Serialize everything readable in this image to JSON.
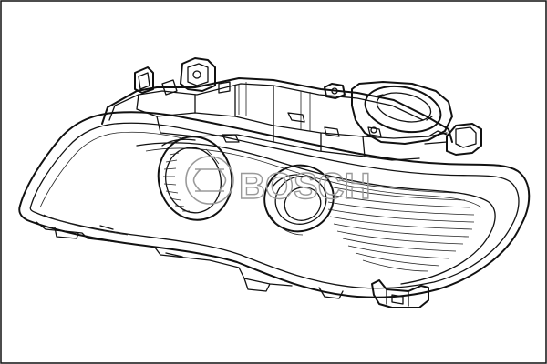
{
  "figure": {
    "subject": "headlight-assembly",
    "style": "black line drawing on white background"
  },
  "watermark": {
    "text": "BOSCH",
    "color": "#9a9a9a"
  },
  "colors": {
    "border": "#111111",
    "line": "#111111",
    "background": "#ffffff"
  }
}
